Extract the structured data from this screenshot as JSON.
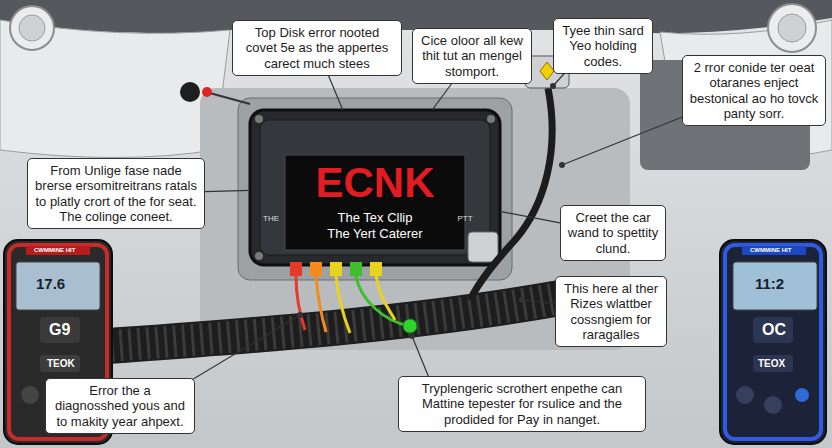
{
  "diagram": {
    "nodes": [
      {
        "text": [
          "Top Disk error nooted covet 5e as the appertes carect much stees"
        ]
      },
      {
        "text": [
          "Cice oloor all kew thit tut an mengel stomport."
        ]
      },
      {
        "text": [
          "Tyee thin sard Yeo holding codes."
        ]
      },
      {
        "text": [
          "2 rror conide ter oeat otaranes enject bestonical ao ho tovck panty sorr."
        ]
      },
      {
        "text": [
          "From Unlige fase nade brerse ersomitreitrans ratals to platly crort of the for seat. The colinge coneet."
        ]
      },
      {
        "text": [
          "ECNK",
          "The Tex Cllip The Yert Caterer",
          "THE",
          "PTT"
        ]
      },
      {
        "text": [
          "Creet the car wand to spettity clund."
        ]
      },
      {
        "text": [
          "This here al ther Rizes wlattber cossngiem for raragalles"
        ]
      },
      {
        "text": [
          "Error the a diagnosshed yous and to makity year ahpext."
        ]
      },
      {
        "text": [
          "Tryplengeric scrothert enpethe can Mattine tepester for rsulice and the prodided for Pay in nanget."
        ]
      }
    ],
    "edges": [
      {
        "from": 0,
        "to": 5,
        "arrow": "none"
      },
      {
        "from": 1,
        "to": 5,
        "arrow": "none"
      },
      {
        "from": 4,
        "to": 5,
        "arrow": "none"
      },
      {
        "from": 6,
        "to": 5,
        "arrow": "none"
      }
    ],
    "labels": [
      "CWMMINE HIT",
      "17.6",
      "G9",
      "TEOK",
      "CWMMINE HIT",
      "11:2",
      "OC",
      "TEOX"
    ]
  }
}
